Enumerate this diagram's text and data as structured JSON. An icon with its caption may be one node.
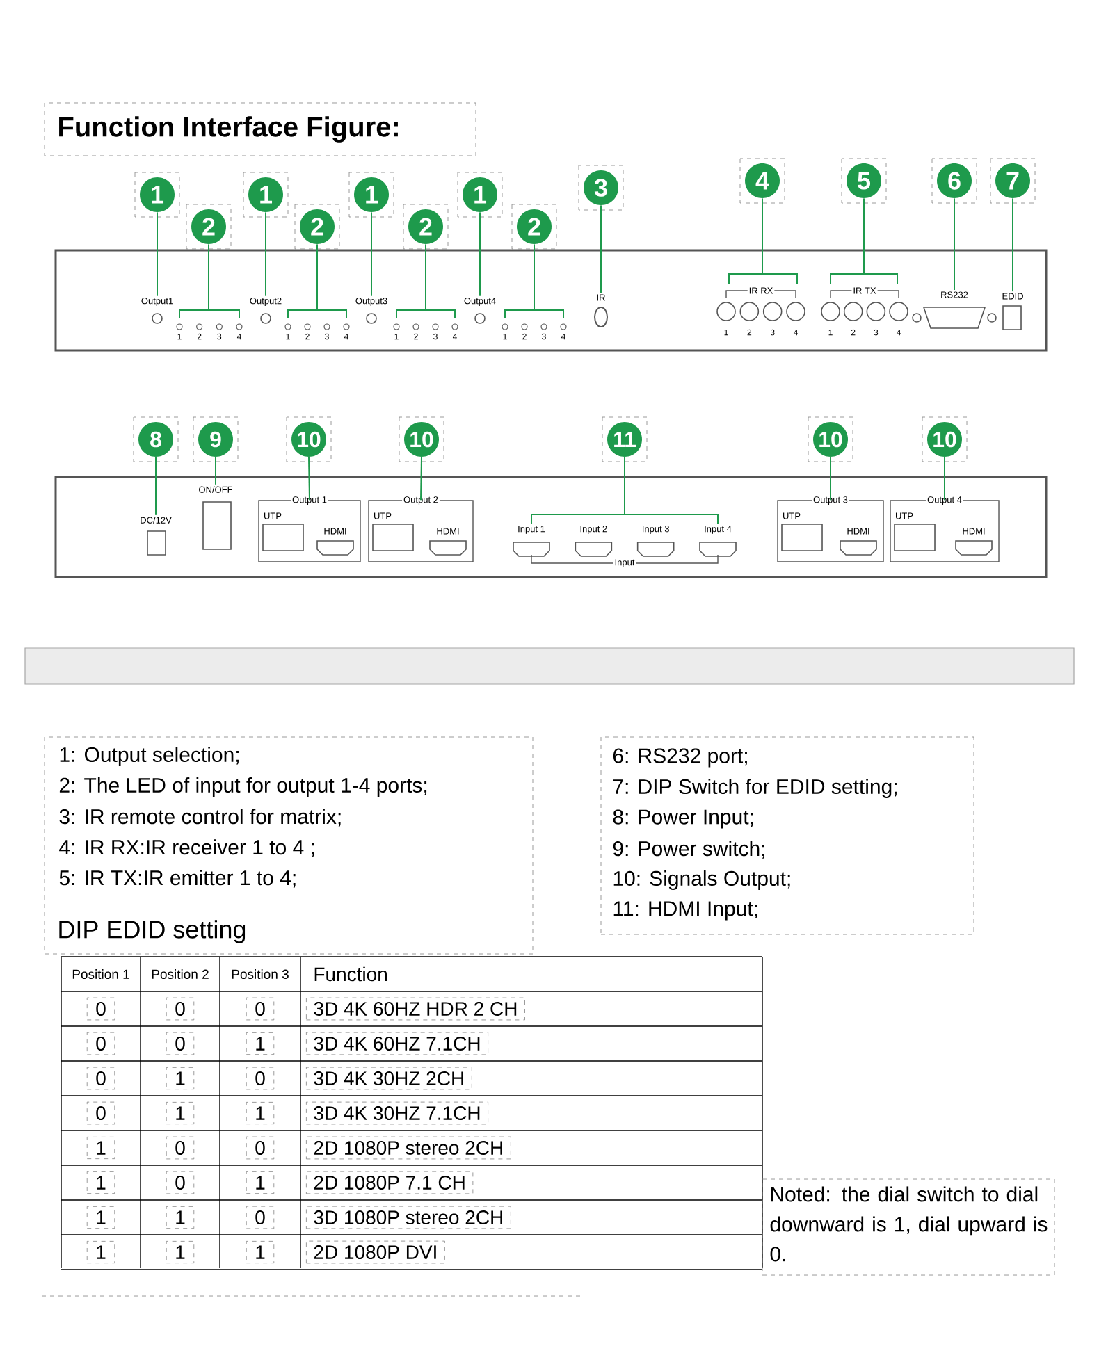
{
  "diagram": {
    "title": "Function Interface Figure:",
    "nodes": [
      {
        "text": [],
        "shape": "box"
      },
      {
        "text": [
          "1"
        ]
      },
      {
        "text": [
          "2"
        ]
      },
      {
        "text": [
          "1"
        ]
      },
      {
        "text": [
          "2"
        ]
      },
      {
        "text": [
          "1"
        ]
      },
      {
        "text": [
          "2"
        ]
      },
      {
        "text": [
          "1"
        ]
      },
      {
        "text": [
          "2"
        ]
      },
      {
        "text": [
          "3"
        ]
      },
      {
        "text": [
          "4"
        ]
      },
      {
        "text": [
          "5"
        ]
      },
      {
        "text": [
          "6"
        ]
      },
      {
        "text": [
          "7"
        ]
      },
      {
        "text": [
          "Output1"
        ],
        "in": 0
      },
      {
        "text": [
          "Output2"
        ],
        "in": 0
      },
      {
        "text": [
          "Output3"
        ],
        "in": 0
      },
      {
        "text": [
          "Output4"
        ],
        "in": 0
      },
      {
        "text": [
          "IR"
        ],
        "in": 0
      },
      {
        "text": [
          "RS232"
        ],
        "in": 0
      },
      {
        "text": [
          "EDID"
        ],
        "in": 0
      },
      {
        "text": [],
        "shape": "box"
      },
      {
        "text": [
          "8"
        ]
      },
      {
        "text": [
          "9"
        ]
      },
      {
        "text": [
          "10"
        ]
      },
      {
        "text": [
          "10"
        ]
      },
      {
        "text": [
          "11"
        ]
      },
      {
        "text": [
          "10"
        ]
      },
      {
        "text": [
          "10"
        ]
      },
      {
        "text": [
          "DC/12V"
        ],
        "in": 21
      },
      {
        "text": [
          "ON/OFF"
        ],
        "in": 21
      },
      {
        "text": [
          "Output 1",
          "UTP",
          "HDMI"
        ],
        "in": 21
      },
      {
        "text": [
          "Output 2",
          "UTP",
          "HDMI"
        ],
        "in": 21
      },
      {
        "text": [
          "Output 3",
          "UTP",
          "HDMI"
        ],
        "in": 21
      },
      {
        "text": [
          "Output 4",
          "UTP",
          "HDMI"
        ],
        "in": 21
      },
      {
        "text": [],
        "shape": "bar"
      },
      {
        "text": [
          "1: Output selection;",
          "2: The LED of input for output 1-4 ports;",
          "3: IR remote control for matrix;",
          "4: IR RX:IR receiver 1 to 4 ;",
          "5: IR TX:IR emitter 1 to 4;",
          "DIP EDID setting"
        ]
      },
      {
        "text": [
          "6: RS232 port;",
          "7: DIP Switch for EDID setting;",
          "8: Power Input;",
          "9: Power switch;",
          "10: Signals Output;",
          "11: HDMI Input;"
        ]
      },
      {
        "text": [
          "Noted: the dial switch to dial downward is 1, dial upward is 0."
        ]
      }
    ],
    "edges": [
      {
        "from": 1,
        "to": 14,
        "arrow": "none"
      },
      {
        "from": 2,
        "to": null,
        "arrow": "none"
      },
      {
        "from": 3,
        "to": 15,
        "arrow": "none"
      },
      {
        "from": 4,
        "to": null,
        "arrow": "none"
      },
      {
        "from": 5,
        "to": 16,
        "arrow": "none"
      },
      {
        "from": 6,
        "to": null,
        "arrow": "none"
      },
      {
        "from": 7,
        "to": 17,
        "arrow": "none"
      },
      {
        "from": 8,
        "to": null,
        "arrow": "none"
      },
      {
        "from": 9,
        "to": 18,
        "arrow": "none"
      },
      {
        "from": 10,
        "to": null,
        "arrow": "none"
      },
      {
        "from": 11,
        "to": null,
        "arrow": "none"
      },
      {
        "from": 12,
        "to": 19,
        "arrow": "none"
      },
      {
        "from": 13,
        "to": 20,
        "arrow": "none"
      },
      {
        "from": 22,
        "to": 29,
        "arrow": "none"
      },
      {
        "from": 23,
        "to": 30,
        "arrow": "none"
      },
      {
        "from": 24,
        "to": 31,
        "arrow": "none"
      },
      {
        "from": 25,
        "to": 32,
        "arrow": "none"
      },
      {
        "from": 26,
        "to": null,
        "arrow": "none"
      },
      {
        "from": 27,
        "to": 33,
        "arrow": "none"
      },
      {
        "from": 28,
        "to": 34,
        "arrow": "none"
      }
    ],
    "labels": [
      "1",
      "2",
      "3",
      "4",
      "1",
      "2",
      "3",
      "4",
      "1",
      "2",
      "3",
      "4",
      "1",
      "2",
      "3",
      "4",
      "IR RX",
      "1",
      "2",
      "3",
      "4",
      "IR TX",
      "1",
      "2",
      "3",
      "4",
      "Input 1",
      "Input 2",
      "Input 3",
      "Input 4",
      "Input",
      "Position 1",
      "Position 2",
      "Position 3",
      "Function",
      "0",
      "0",
      "0",
      "3D 4K 60HZ HDR 2 CH",
      "0",
      "0",
      "1",
      "3D 4K 60HZ 7.1CH",
      "0",
      "1",
      "0",
      "3D 4K 30HZ 2CH",
      "0",
      "1",
      "1",
      "3D 4K 30HZ 7.1CH",
      "1",
      "0",
      "0",
      "2D 1080P stereo 2CH",
      "1",
      "0",
      "1",
      "2D 1080P 7.1 CH",
      "1",
      "1",
      "0",
      "3D 1080P stereo 2CH",
      "1",
      "1",
      "1",
      "2D 1080P DVI"
    ]
  }
}
